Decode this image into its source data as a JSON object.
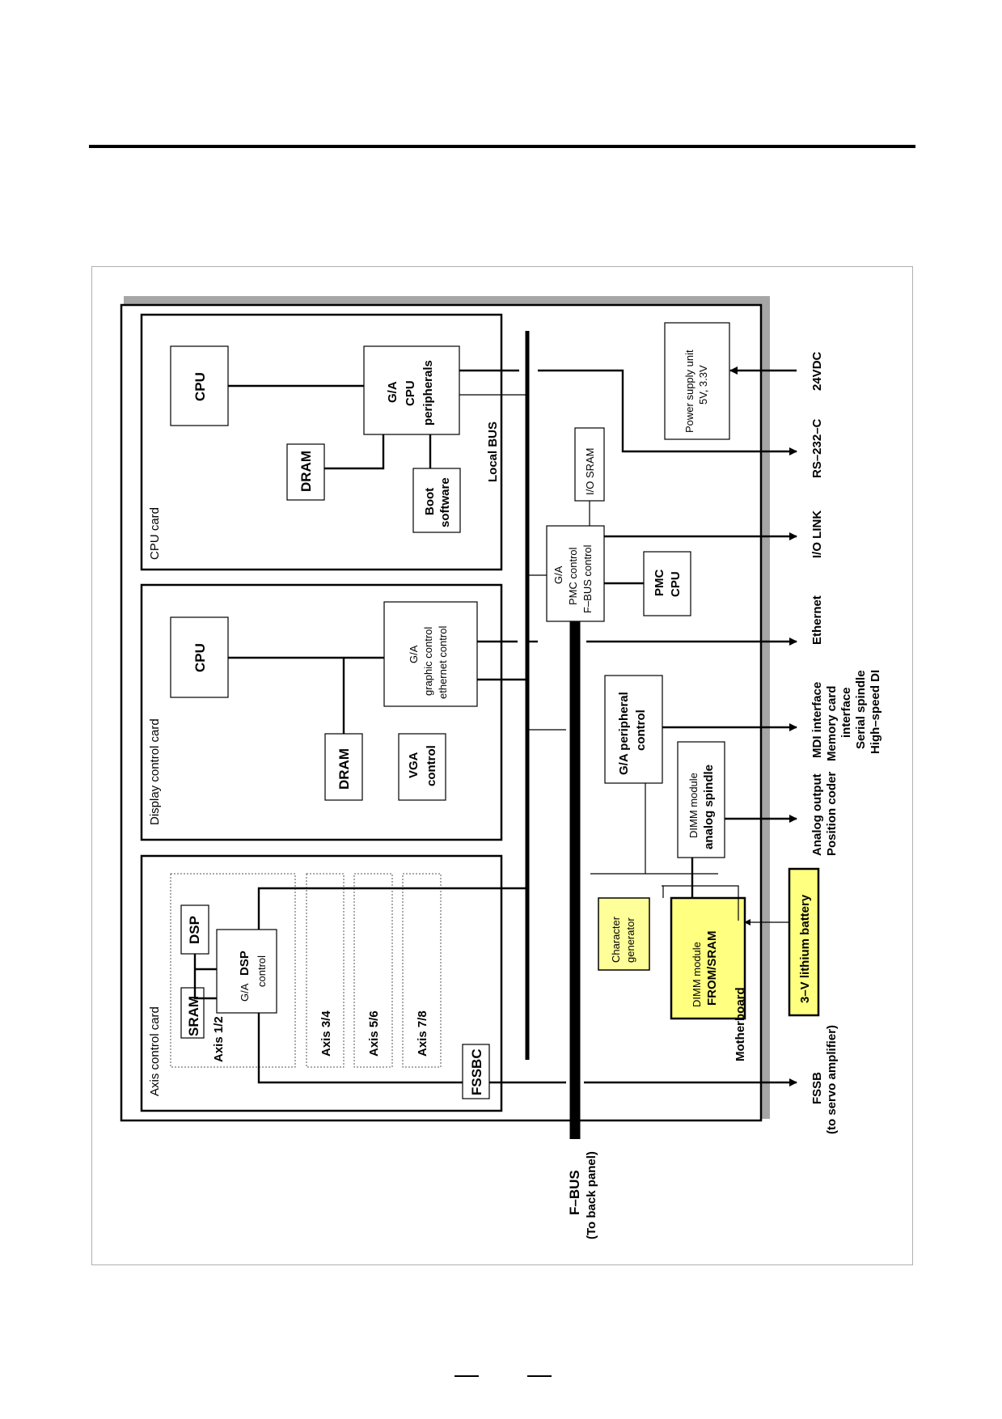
{
  "diagram": {
    "cards": {
      "cpu_card": "CPU card",
      "display_card": "Display control card",
      "axis_card": "Axis control card",
      "motherboard": "Motherboard"
    },
    "cpu_card": {
      "cpu": "CPU",
      "ga_peripherals": [
        "G/A",
        "CPU",
        "peripherals"
      ],
      "dram": "DRAM",
      "boot_software": [
        "Boot",
        "software"
      ],
      "local_bus": "Local BUS"
    },
    "display_card": {
      "cpu": "CPU",
      "ga_graphic": [
        "G/A",
        "graphic control",
        "ethernet control"
      ],
      "dram": "DRAM",
      "vga_control": [
        "VGA",
        "control"
      ]
    },
    "axis_card": {
      "dsp": "DSP",
      "sram": "SRAM",
      "ga_dsp": [
        "G/A",
        "DSP",
        "control"
      ],
      "axis12": "Axis 1/2",
      "axis34": "Axis 3/4",
      "axis56": "Axis 5/6",
      "axis78": "Axis 7/8",
      "fssbc": "FSSBC"
    },
    "motherboard": {
      "power_supply": [
        "Power supply unit",
        "5V, 3.3V"
      ],
      "io_sram": "I/O SRAM",
      "ga_pmc": [
        "G/A",
        "PMC control",
        "F–BUS control"
      ],
      "pmc_cpu": [
        "PMC",
        "CPU"
      ],
      "ga_peripheral_control": [
        "G/A peripheral",
        "control"
      ],
      "dimm_analog": [
        "DIMM module",
        "analog spindle"
      ],
      "character_generator": [
        "Character",
        "generator"
      ],
      "dimm_from_sram": [
        "DIMM module",
        "FROM/SRAM"
      ],
      "battery": "3–V lithium battery"
    },
    "external": {
      "v24dc": "24VDC",
      "rs232c": "RS–232–C",
      "io_link": "I/O LINK",
      "ethernet": "Ethernet",
      "mdi": [
        "MDI interface",
        "Memory card",
        "interface",
        "Serial spindle",
        "High–speed DI"
      ],
      "analog_out": [
        "Analog output",
        "Position coder"
      ],
      "fssb": [
        "FSSB",
        "(to servo amplifier)"
      ],
      "fbus": [
        "F–BUS",
        "(To back panel)"
      ]
    }
  }
}
